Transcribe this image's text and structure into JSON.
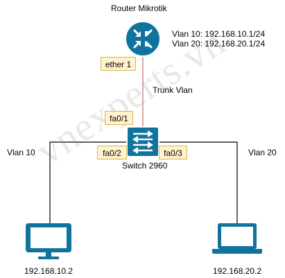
{
  "router": {
    "name": "Router Mikrotik",
    "vlan10_gw": "Vlan 10: 192.168.10.1/24",
    "vlan20_gw": "Vlan 20: 192.168.20.1/24",
    "port": "ether 1"
  },
  "trunk": {
    "label": "Trunk Vlan"
  },
  "switch": {
    "name": "Switch 2960",
    "port_trunk": "fa0/1",
    "port_left": "fa0/2",
    "port_right": "fa0/3"
  },
  "left": {
    "vlan": "Vlan 10",
    "ip": "192.168.10.2",
    "icon": "desktop-monitor-icon"
  },
  "right": {
    "vlan": "Vlan 20",
    "ip": "192.168.20.2",
    "icon": "laptop-icon"
  },
  "watermark": "vnexperts.vn",
  "colors": {
    "device_blue": "#10739e",
    "trunk_line": "#b85450",
    "tag_fill": "#fff2cc",
    "tag_border": "#d6b656"
  }
}
